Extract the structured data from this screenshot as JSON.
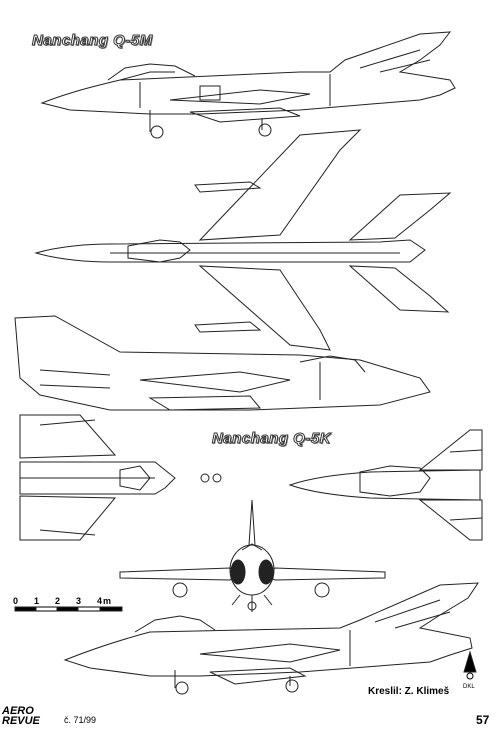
{
  "header": {
    "title_top": "Nanchang Q-5M"
  },
  "mid": {
    "title_variant": "Nanchang Q-5K"
  },
  "scale": {
    "ticks": [
      "0",
      "1",
      "2",
      "3",
      "4"
    ],
    "unit_suffix": "m"
  },
  "credit": {
    "text": "Kreslil: Z. Klimeš"
  },
  "footer": {
    "logo_line1": "AERO",
    "logo_line2": "REVUE",
    "issue": "č. 71/99",
    "page_number": "57"
  },
  "emblem": {
    "text": "DKL"
  }
}
